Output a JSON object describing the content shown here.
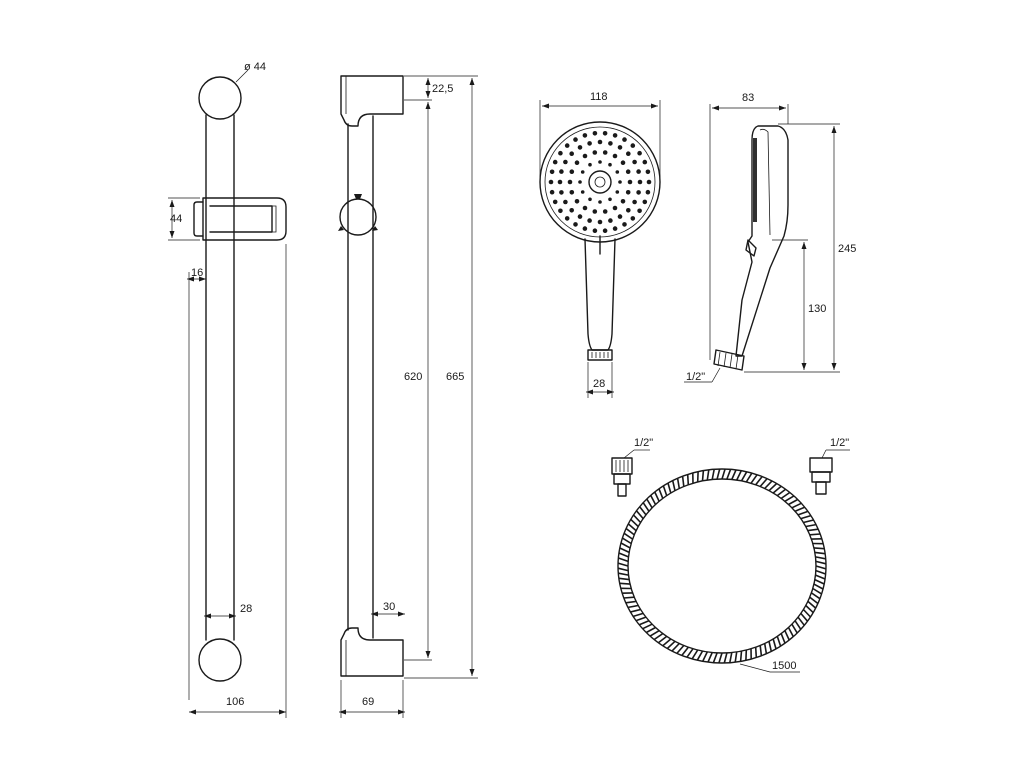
{
  "bar_front": {
    "diameter_label": "ø 44",
    "slider_height": "44",
    "rail_offset": "16",
    "tube_width": "28",
    "overall_width": "106"
  },
  "bar_side": {
    "top_offset": "22,5",
    "rail_length": "620",
    "overall_length": "665",
    "tube_depth": "30",
    "overall_depth": "69"
  },
  "handshower_front": {
    "head_width": "118",
    "nozzle_width": "28"
  },
  "handshower_side": {
    "depth": "83",
    "length": "245",
    "grip_length": "130",
    "thread": "1/2\""
  },
  "hose": {
    "thread_left": "1/2\"",
    "thread_right": "1/2\"",
    "length": "1500"
  }
}
